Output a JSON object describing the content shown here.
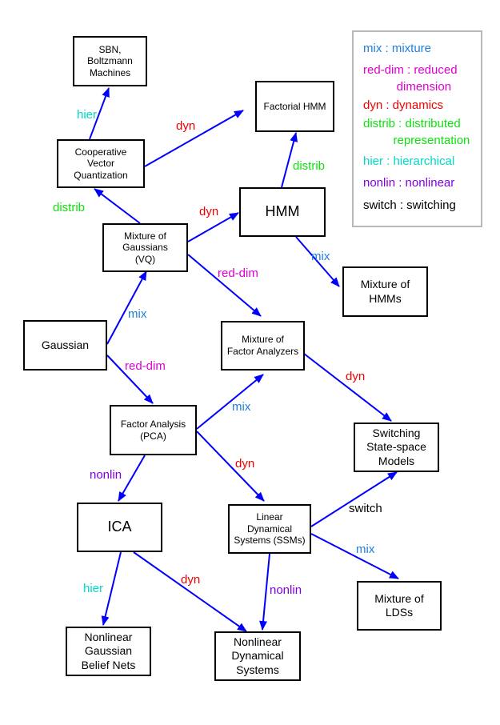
{
  "nodes": {
    "sbn": "SBN,\nBoltzmann\nMachines",
    "factorial_hmm": "Factorial HMM",
    "cvq": "Cooperative\nVector\nQuantization",
    "hmm": "HMM",
    "mog": "Mixture of\nGaussians\n(VQ)",
    "mix_hmms": "Mixture of\nHMMs",
    "gaussian": "Gaussian",
    "mfa": "Mixture of\nFactor Analyzers",
    "fa": "Factor Analysis\n(PCA)",
    "sssm": "Switching\nState-space\nModels",
    "ica": "ICA",
    "lds": "Linear\nDynamical\nSystems (SSMs)",
    "mix_lds": "Mixture of\nLDSs",
    "ngbn": "Nonlinear\nGaussian\nBelief Nets",
    "nds": "Nonlinear\nDynamical\nSystems"
  },
  "edge_labels": {
    "hier_cvq_sbn": "hier",
    "dyn_cvq_fhmm": "dyn",
    "distrib_mog_cvq": "distrib",
    "distrib_hmm_fhmm": "distrib",
    "dyn_mog_hmm": "dyn",
    "mix_hmm_mixhmms": "mix",
    "reddim_mog_mfa": "red-dim",
    "mix_gauss_mog": "mix",
    "reddim_gauss_fa": "red-dim",
    "dyn_mfa_sssm": "dyn",
    "mix_fa_mfa": "mix",
    "nonlin_fa_ica": "nonlin",
    "dyn_fa_lds": "dyn",
    "switch_lds_sssm": "switch",
    "mix_lds_mixlds": "mix",
    "hier_ica_ngbn": "hier",
    "dyn_ica_nds": "dyn",
    "nonlin_lds_nds": "nonlin"
  },
  "legend": [
    {
      "text": "mix : mixture",
      "color": "#1f7fe0"
    },
    {
      "text": "red-dim : reduced\n      dimension",
      "color": "#e000d0"
    },
    {
      "text": "dyn : dynamics",
      "color": "#f00000"
    },
    {
      "text": "distrib : distributed\n      representation",
      "color": "#10e010"
    },
    {
      "text": "hier : hierarchical",
      "color": "#00d8c8"
    },
    {
      "text": "nonlin : nonlinear",
      "color": "#8000e0"
    },
    {
      "text": "switch : switching",
      "color": "#000000"
    }
  ],
  "colors": {
    "mix": "#1f7fe0",
    "red_dim": "#e000d0",
    "dyn": "#f00000",
    "distrib": "#10e010",
    "hier": "#00d8c8",
    "nonlin": "#8000e0",
    "switch": "#000000",
    "arrow": "#0000ff"
  }
}
